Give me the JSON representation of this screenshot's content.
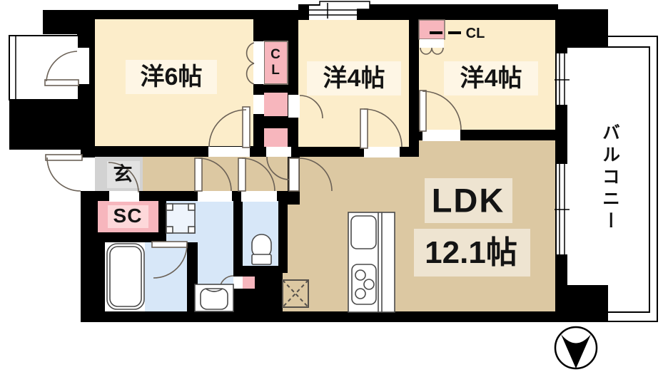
{
  "floorplan": {
    "rooms": {
      "bedroom_6": "洋6帖",
      "bedroom_4_center": "洋4帖",
      "bedroom_4_right": "洋4帖",
      "ldk_name": "LDK",
      "ldk_size": "12.1帖",
      "balcony": "バルコニー",
      "entrance": "玄",
      "shoe_closet": "SC",
      "closet_center": "CL",
      "closet_right": "CL"
    },
    "colors": {
      "wall": "#000000",
      "bedroom_floor": "#fcedca",
      "ldk_floor": "#dcc8a2",
      "closet_pink": "#f7b6bd",
      "closet_pink_light": "#fdd8da",
      "wet_room_blue": "#d7e7f8",
      "entrance_gray": "#d2d2d2",
      "entrance_gray_light": "#e2e2e2",
      "door_arc": "#6b6156",
      "fixture_outline": "#4a4a4a",
      "label_highlight": "rgba(255,255,255,0.5)"
    }
  }
}
